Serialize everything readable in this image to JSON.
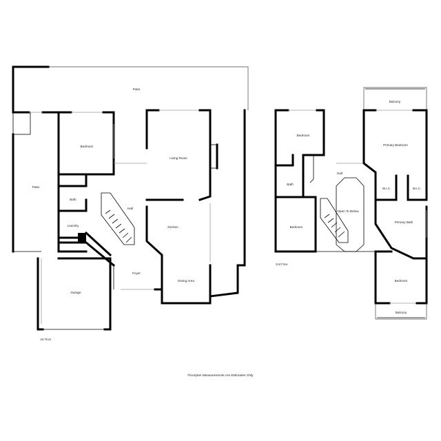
{
  "first_floor": {
    "floor_label": "1st Floor",
    "rooms": {
      "patio_top": "Patio",
      "patio_side": "Patio",
      "bedroom": "Bedroom",
      "bath": "Bath",
      "laundry": "Laundry",
      "hall": "Hall",
      "living_room": "Living Room",
      "kitchen": "Kitchen",
      "foyer": "Foyer",
      "dining_area": "Dining Area",
      "garage": "Garage"
    }
  },
  "second_floor": {
    "floor_label": "2nd Floor",
    "rooms": {
      "balcony_top": "Balcony",
      "bedroom_1": "Bedroom",
      "primary_bedroom": "Primary Bedroom",
      "hall": "Hall",
      "bath": "Bath",
      "wic_1": "W.I.C.",
      "wic_2": "W.I.C.",
      "open_to_below": "Open To Below",
      "primary_bath": "Primary Bath",
      "bedroom_2": "Bedroom",
      "bedroom_3": "Bedroom",
      "balcony_bottom": "Balcony"
    }
  },
  "disclaimer": "Floorplan Measurements Are Estimates Only"
}
